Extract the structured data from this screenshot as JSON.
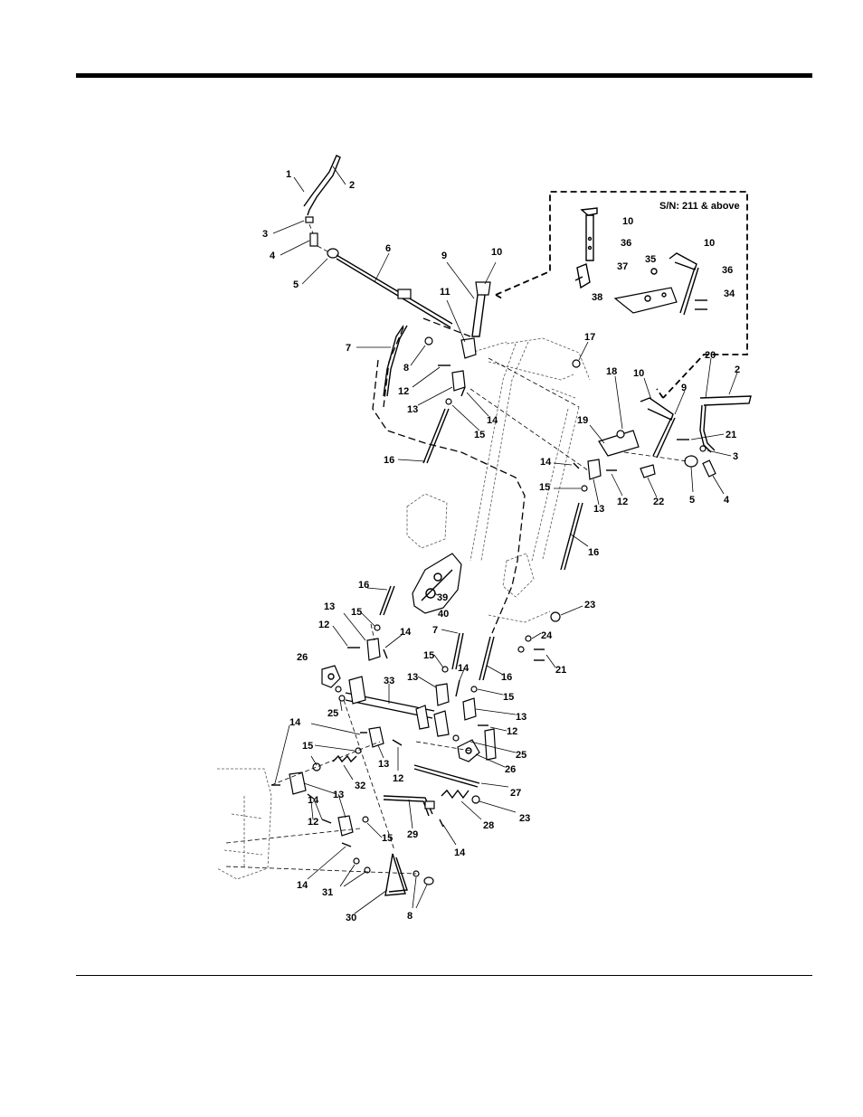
{
  "inset": {
    "label": "S/N:  211 & above"
  },
  "callouts": [
    {
      "id": "c1",
      "text": "1"
    },
    {
      "id": "c2a",
      "text": "2"
    },
    {
      "id": "c3a",
      "text": "3"
    },
    {
      "id": "c4a",
      "text": "4"
    },
    {
      "id": "c5a",
      "text": "5"
    },
    {
      "id": "c6",
      "text": "6"
    },
    {
      "id": "c7a",
      "text": "7"
    },
    {
      "id": "c8a",
      "text": "8"
    },
    {
      "id": "c9a",
      "text": "9"
    },
    {
      "id": "c10a",
      "text": "10"
    },
    {
      "id": "c11",
      "text": "11"
    },
    {
      "id": "c12a",
      "text": "12"
    },
    {
      "id": "c13a",
      "text": "13"
    },
    {
      "id": "c14a",
      "text": "14"
    },
    {
      "id": "c15a",
      "text": "15"
    },
    {
      "id": "c16a",
      "text": "16"
    },
    {
      "id": "c17",
      "text": "17"
    },
    {
      "id": "c18",
      "text": "18"
    },
    {
      "id": "c19",
      "text": "19"
    },
    {
      "id": "c10b",
      "text": "10"
    },
    {
      "id": "c9b",
      "text": "9"
    },
    {
      "id": "c20",
      "text": "20"
    },
    {
      "id": "c2b",
      "text": "2"
    },
    {
      "id": "c21a",
      "text": "21"
    },
    {
      "id": "c3b",
      "text": "3"
    },
    {
      "id": "c22",
      "text": "22"
    },
    {
      "id": "c5b",
      "text": "5"
    },
    {
      "id": "c4b",
      "text": "4"
    },
    {
      "id": "c14b",
      "text": "14"
    },
    {
      "id": "c15b",
      "text": "15"
    },
    {
      "id": "c12b",
      "text": "12"
    },
    {
      "id": "c13b",
      "text": "13"
    },
    {
      "id": "c16b",
      "text": "16"
    },
    {
      "id": "c10c",
      "text": "10"
    },
    {
      "id": "c36a",
      "text": "36"
    },
    {
      "id": "c37",
      "text": "37"
    },
    {
      "id": "c38",
      "text": "38"
    },
    {
      "id": "c35",
      "text": "35"
    },
    {
      "id": "c10d",
      "text": "10"
    },
    {
      "id": "c36b",
      "text": "36"
    },
    {
      "id": "c34",
      "text": "34"
    },
    {
      "id": "c39",
      "text": "39"
    },
    {
      "id": "c40",
      "text": "40"
    },
    {
      "id": "c16c",
      "text": "16"
    },
    {
      "id": "c13c",
      "text": "13"
    },
    {
      "id": "c15c",
      "text": "15"
    },
    {
      "id": "c12c",
      "text": "12"
    },
    {
      "id": "c14c",
      "text": "14"
    },
    {
      "id": "c7b",
      "text": "7"
    },
    {
      "id": "c26a",
      "text": "26"
    },
    {
      "id": "c25a",
      "text": "25"
    },
    {
      "id": "c33",
      "text": "33"
    },
    {
      "id": "c15d",
      "text": "15"
    },
    {
      "id": "c13d",
      "text": "13"
    },
    {
      "id": "c14d",
      "text": "14"
    },
    {
      "id": "c16d",
      "text": "16"
    },
    {
      "id": "c15e",
      "text": "15"
    },
    {
      "id": "c13e",
      "text": "13"
    },
    {
      "id": "c12d",
      "text": "12"
    },
    {
      "id": "c23a",
      "text": "23"
    },
    {
      "id": "c24",
      "text": "24"
    },
    {
      "id": "c21b",
      "text": "21"
    },
    {
      "id": "c25b",
      "text": "25"
    },
    {
      "id": "c26b",
      "text": "26"
    },
    {
      "id": "c14e",
      "text": "14"
    },
    {
      "id": "c15f",
      "text": "15"
    },
    {
      "id": "c13f",
      "text": "13"
    },
    {
      "id": "c12e",
      "text": "12"
    },
    {
      "id": "c32",
      "text": "32"
    },
    {
      "id": "c27",
      "text": "27"
    },
    {
      "id": "c23b",
      "text": "23"
    },
    {
      "id": "c14f",
      "text": "14"
    },
    {
      "id": "c13g",
      "text": "13"
    },
    {
      "id": "c12f",
      "text": "12"
    },
    {
      "id": "c15g",
      "text": "15"
    },
    {
      "id": "c29",
      "text": "29"
    },
    {
      "id": "c28",
      "text": "28"
    },
    {
      "id": "c14g",
      "text": "14"
    },
    {
      "id": "c14h",
      "text": "14"
    },
    {
      "id": "c31",
      "text": "31"
    },
    {
      "id": "c30",
      "text": "30"
    },
    {
      "id": "c8b",
      "text": "8"
    }
  ]
}
